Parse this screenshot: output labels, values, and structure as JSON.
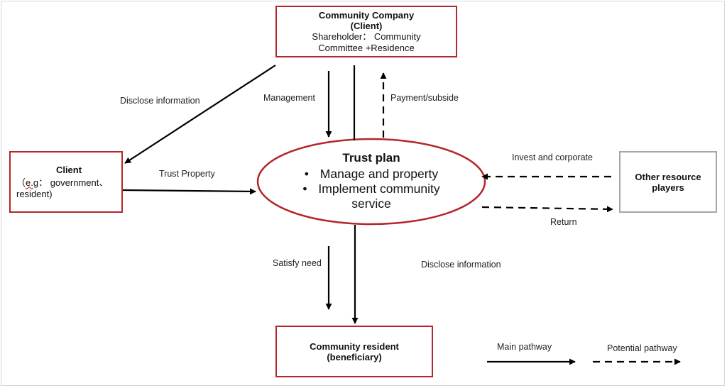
{
  "nodes": {
    "company": {
      "title": "Community Company",
      "subtitle": "(Client)",
      "line1": "Shareholder： Community",
      "line2": "Committee +Residence"
    },
    "client": {
      "title": "Client",
      "eg_prefix": "（",
      "eg_abbr": "e.g",
      "eg_rest": "： government、",
      "line2": "resident)"
    },
    "trust": {
      "title": "Trust plan",
      "bullet_glyph": "•",
      "bullets": [
        "Manage and property",
        "Implement community",
        "service"
      ]
    },
    "other": {
      "title": "Other resource",
      "title2": "players"
    },
    "resident": {
      "title": "Community resident",
      "subtitle": "(beneficiary)"
    }
  },
  "edges": {
    "disclose_top": "Disclose information",
    "management": "Management",
    "payment": "Payment/subside",
    "trust_property": "Trust Property",
    "invest": "Invest and corporate",
    "return": "Return",
    "satisfy": "Satisfy need",
    "disclose_bottom": "Disclose information"
  },
  "legend": {
    "main": "Main pathway",
    "potential": "Potential pathway"
  },
  "colors": {
    "box_border": "#b3262b",
    "other_border": "#a6a6a6",
    "arrow": "#000000"
  }
}
